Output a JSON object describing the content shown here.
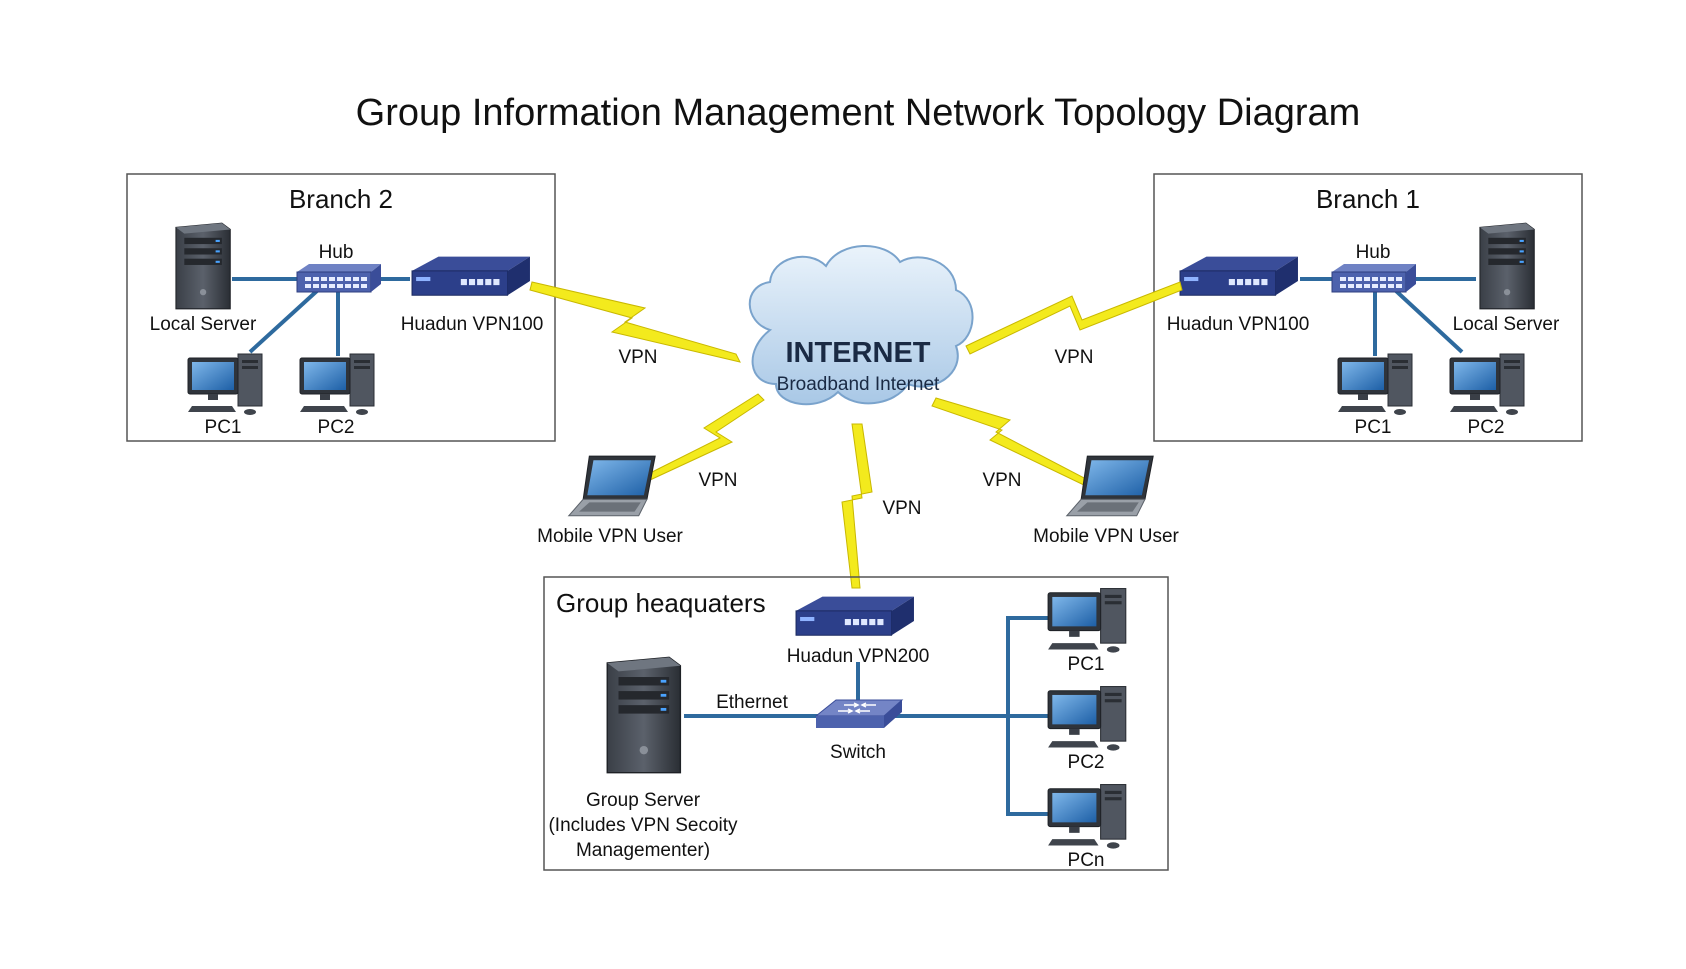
{
  "title": "Group Information Management Network Topology Diagram",
  "internet": {
    "title": "INTERNET",
    "subtitle": "Broadband Internet"
  },
  "vpn_label": "VPN",
  "branch2": {
    "title": "Branch 2",
    "hub": "Hub",
    "server": "Local Server",
    "vpn_device": "Huadun VPN100",
    "pc1": "PC1",
    "pc2": "PC2"
  },
  "branch1": {
    "title": "Branch 1",
    "hub": "Hub",
    "server": "Local Server",
    "vpn_device": "Huadun VPN100",
    "pc1": "PC1",
    "pc2": "PC2"
  },
  "mobile_left": "Mobile VPN User",
  "mobile_right": "Mobile VPN User",
  "hq": {
    "title": "Group heaquaters",
    "vpn_device": "Huadun VPN200",
    "switch": "Switch",
    "ethernet": "Ethernet",
    "server_line1": "Group Server",
    "server_line2": "(Includes VPN Secoity",
    "server_line3": "Managementer)",
    "pc1": "PC1",
    "pc2": "PC2",
    "pcn": "PCn"
  },
  "colors": {
    "wire": "#2e6a9e",
    "bolt": "#f3ea1d",
    "cloud": "#c6dcf0",
    "device": "#2c3f8a"
  }
}
